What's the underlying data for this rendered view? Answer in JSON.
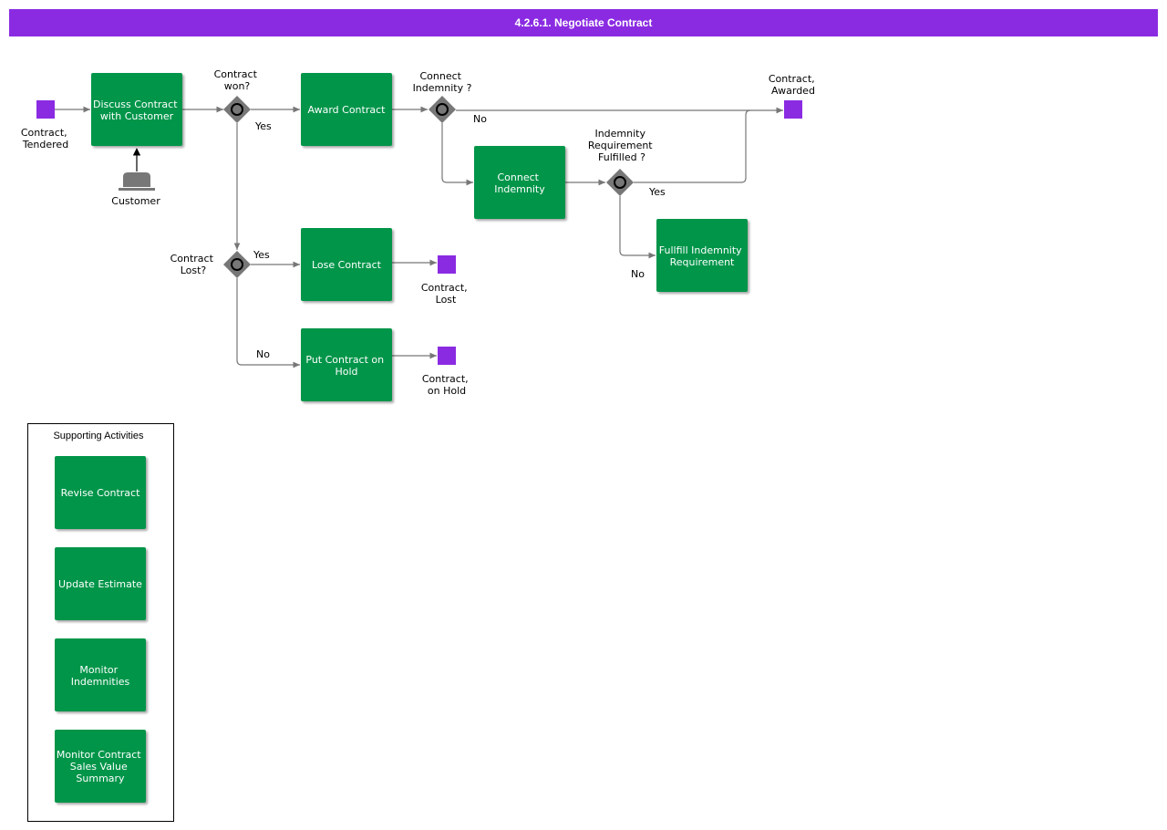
{
  "title": "4.2.6.1. Negotiate Contract",
  "colors": {
    "title_bar": "#8a2be2",
    "task": "#00954a",
    "event": "#8a2be2",
    "gateway": "#777777",
    "flow": "#777777"
  },
  "tasks": {
    "discuss": [
      "Discuss Contract",
      "with Customer"
    ],
    "award": [
      "Award Contract"
    ],
    "connect": [
      "Connect",
      "Indemnity"
    ],
    "fulfill": [
      "Fullfill Indemnity",
      "Requirement"
    ],
    "lose": [
      "Lose Contract"
    ],
    "hold": [
      "Put Contract on",
      "Hold"
    ]
  },
  "events": {
    "tendered": [
      "Contract,",
      "Tendered"
    ],
    "awarded": [
      "Contract,",
      "Awarded"
    ],
    "lost": [
      "Contract,",
      "Lost"
    ],
    "on_hold": [
      "Contract,",
      "on Hold"
    ]
  },
  "gateways": {
    "won": [
      "Contract",
      "won?"
    ],
    "connect_indemnity": [
      "Connect",
      "Indemnity ?"
    ],
    "indemnity_fulfilled": [
      "Indemnity",
      "Requirement",
      "Fulfilled ?"
    ],
    "lost": [
      "Contract",
      "Lost?"
    ]
  },
  "participant": {
    "customer": "Customer",
    "icon": "customer-icon"
  },
  "flow_labels": {
    "won_yes": "Yes",
    "connect_no": "No",
    "fulfilled_yes": "Yes",
    "fulfilled_no": "No",
    "lost_yes": "Yes",
    "lost_no": "No"
  },
  "supporting": {
    "title": "Supporting Activities",
    "items": [
      [
        "Revise Contract"
      ],
      [
        "Update Estimate"
      ],
      [
        "Monitor",
        "Indemnities"
      ],
      [
        "Monitor Contract",
        "Sales Value",
        "Summary"
      ]
    ]
  }
}
